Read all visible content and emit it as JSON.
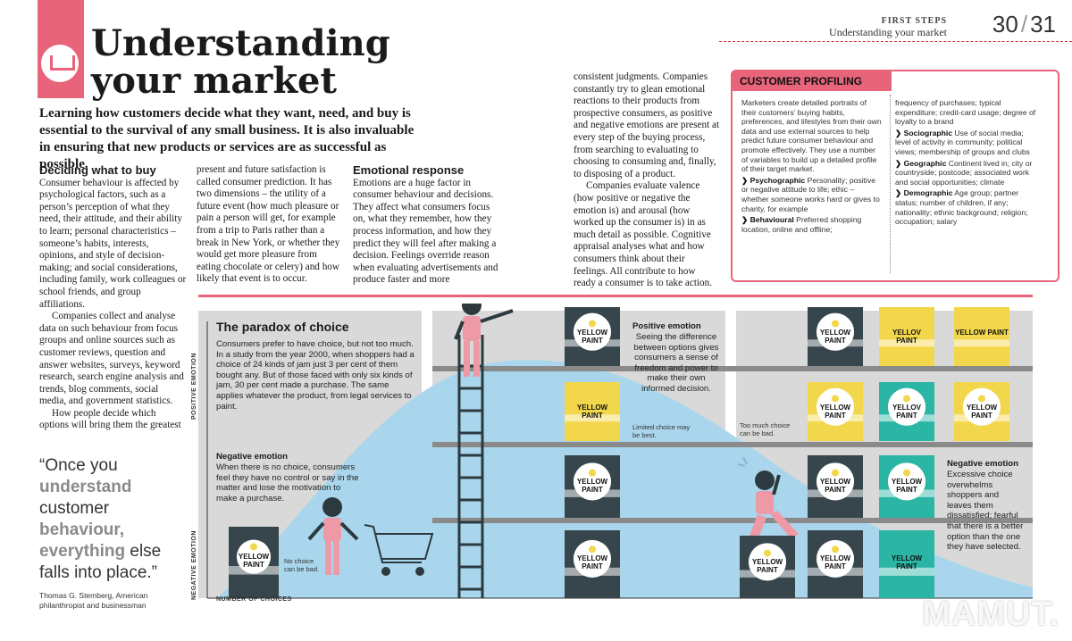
{
  "header": {
    "section": "FIRST STEPS",
    "title": "Understanding your market",
    "page_left": "30",
    "page_right": "31",
    "slash": "/"
  },
  "title": {
    "line1": "Understanding",
    "line2": "your market"
  },
  "intro": "Learning how customers decide what they want, need, and buy is essential to the survival of any small business. It is also invaluable in ensuring that new products or services are as successful as possible.",
  "body": {
    "h1": "Deciding what to buy",
    "p1": "Consumer behaviour is affected by psychological factors, such as a person’s perception of what they need, their attitude, and their ability to learn; personal characteristics – someone’s habits, interests, opinions, and style of decision-making; and social considerations, including family, work colleagues or school friends, and group affiliations.",
    "p2": "Companies collect and analyse data on such behaviour from focus groups and online sources such as customer reviews, question and answer websites, surveys, keyword research, search engine analysis and trends, blog comments, social media, and government statistics.",
    "p3": "How people decide which options will bring them the greatest",
    "p4": "present and future satisfaction is called consumer prediction. It has two dimensions – the utility of a future event (how much pleasure or pain a person will get, for example from a trip to Paris rather than a break in New York, or whether they would get more pleasure from eating chocolate or celery) and how likely that event is to occur.",
    "h2": "Emotional response",
    "p5": "Emotions are a huge factor in consumer behaviour and decisions. They affect what consumers focus on, what they remember, how they process information, and how they predict they will feel after making a decision. Feelings override reason when evaluating advertisements and produce faster and more",
    "p6": "consistent judgments. Companies constantly try to glean emotional reactions to their products from prospective consumers, as positive and negative emotions are present at every step of the buying process, from searching to evaluating to choosing to consuming and, finally, to disposing of a product.",
    "p7": "Companies evaluate valence (how positive or negative the emotion is) and arousal (how worked up the consumer is) in as much detail as possible. Cognitive appraisal analyses what and how consumers think about their feelings. All contribute to how ready a consumer is to take action."
  },
  "quote": {
    "l1": "“Once you",
    "l2": "understand",
    "l3": "customer",
    "l4": "behaviour,",
    "l5a": "everything",
    "l5b": " else",
    "l6": "falls into place.”",
    "source": "Thomas G. Stemberg, American philanthropist and businessman"
  },
  "profiling": {
    "heading": "CUSTOMER PROFILING",
    "intro": "Marketers create detailed portraits of their customers’ buying habits, preferences, and lifestyles from their own data and use external sources to help predict future consumer behaviour and promote effectively. They use a number of variables to build up a detailed profile of their target market.",
    "psych_label": "Psychographic",
    "psych_text": " Personality; positive or negative attitude to life; ethic – whether someone works hard or gives to charity, for example",
    "behav_label": "Behavioural",
    "behav_text": " Preferred shopping location, online and offline;",
    "behav_cont": "frequency of purchases; typical expenditure; credit-card usage; degree of loyalty to a brand",
    "socio_label": "Sociographic",
    "socio_text": " Use of social media; level of activity in community; political views; membership of groups and clubs",
    "geo_label": "Geographic",
    "geo_text": " Continent lived in; city or countryside; postcode; associated work and social opportunities; climate",
    "demo_label": "Demographic",
    "demo_text": " Age group; partner status; number of children, if any; nationality; ethnic background; religion; occupation; salary",
    "bullet": "❯"
  },
  "illustration": {
    "title": "The paradox of choice",
    "text": "Consumers prefer to have choice, but not too much. In a study from the year 2000, when shoppers had a choice of 24 kinds of jam just 3 per cent of them bought any. But of those faced with only six kinds of jam, 30 per cent made a purchase. The same applies whatever the product, from legal services to paint.",
    "y_top": "POSITIVE EMOTION",
    "y_bottom": "NEGATIVE EMOTION",
    "x_label": "NUMBER OF CHOICES",
    "neg1_h": "Negative emotion",
    "neg1_t": "When there is no choice, consumers feel they have no control or say in the matter and lose the motivation to make a purchase.",
    "no_choice": "No choice can be bad.",
    "pos_h": "Positive emotion",
    "pos_t": "Seeing the difference between options gives consumers a sense of freedom and power to make their own informed decision.",
    "limited": "Limited choice may be best.",
    "too_much": "Too much choice can be bad.",
    "neg2_h": "Negative emotion",
    "neg2_t": "Excessive choice overwhelms shoppers and leaves them dissatisfied; fearful that there is a better option than the one they have selected.",
    "paint": "YELLOW PAINT",
    "paint_l1": "YELLOW",
    "paint_l2": "PAINT",
    "paint_cut1": "YELLOW",
    "paint_cut2": "PAINT",
    "paint_cut3": "YELLOV",
    "paint_cut4": "PAINT"
  },
  "watermark": "MAMUT.",
  "colors": {
    "accent": "#e8647a",
    "chart_fill": "#a9d6ec",
    "panel_grey": "#d9d9d9",
    "paint_yellow": "#f2d64b",
    "paint_teal": "#2bb5a5",
    "paint_dark": "#36464c"
  }
}
